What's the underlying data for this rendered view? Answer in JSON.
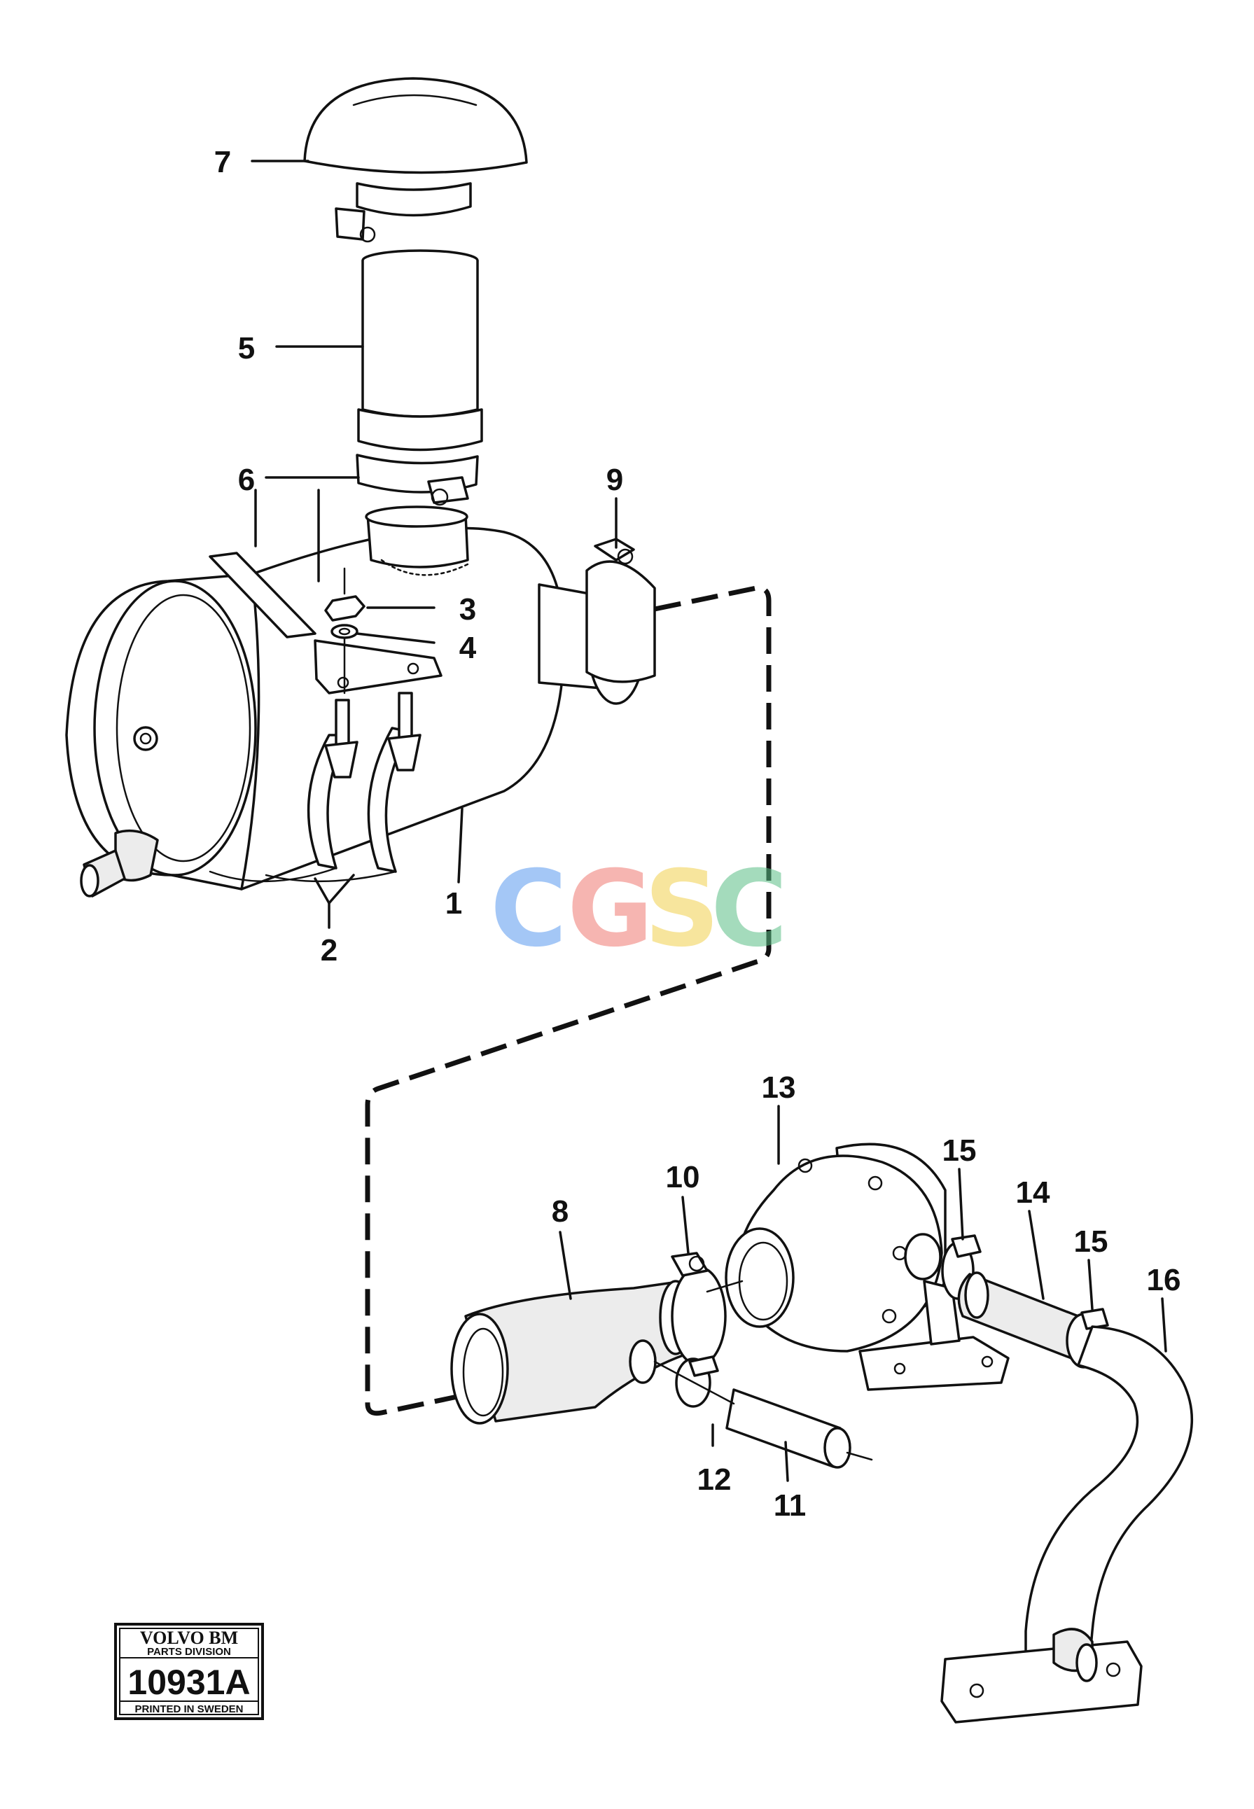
{
  "callouts": [
    {
      "id": "c1",
      "text": "1"
    },
    {
      "id": "c2",
      "text": "2"
    },
    {
      "id": "c3",
      "text": "3"
    },
    {
      "id": "c4",
      "text": "4"
    },
    {
      "id": "c5",
      "text": "5"
    },
    {
      "id": "c6",
      "text": "6"
    },
    {
      "id": "c7",
      "text": "7"
    },
    {
      "id": "c8",
      "text": "8"
    },
    {
      "id": "c9",
      "text": "9"
    },
    {
      "id": "c10",
      "text": "10"
    },
    {
      "id": "c11",
      "text": "11"
    },
    {
      "id": "c12",
      "text": "12"
    },
    {
      "id": "c13",
      "text": "13"
    },
    {
      "id": "c14",
      "text": "14"
    },
    {
      "id": "c15a",
      "text": "15"
    },
    {
      "id": "c15b",
      "text": "15"
    },
    {
      "id": "c16",
      "text": "16"
    }
  ],
  "watermark": {
    "letters": [
      "C",
      "G",
      "S",
      "C"
    ],
    "colors": [
      "#5b9bf0",
      "#f07a72",
      "#f2d04e",
      "#5bbf86"
    ]
  },
  "stamp": {
    "brand": "VOLVO BM",
    "division": "PARTS DIVISION",
    "number": "10931A",
    "printed": "PRINTED IN SWEDEN"
  }
}
